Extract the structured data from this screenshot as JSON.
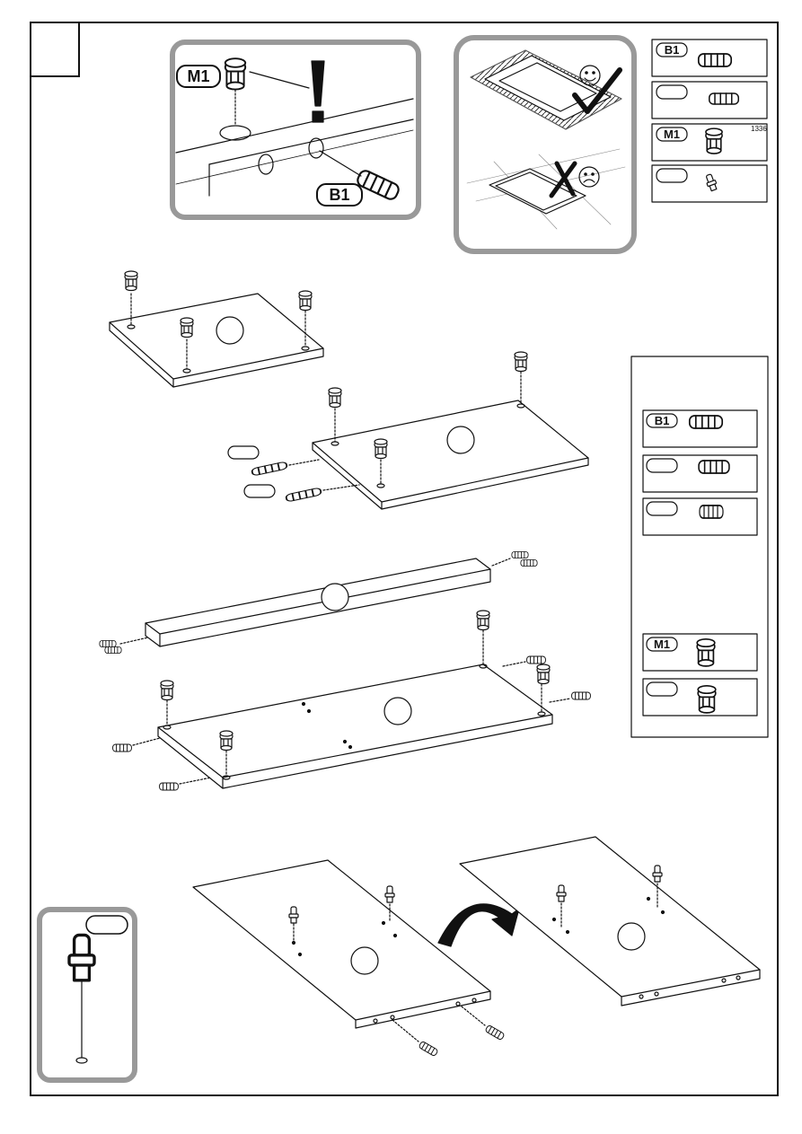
{
  "labels": {
    "m1_callout": "M1",
    "b1_callout": "B1",
    "legend_b1": "B1",
    "legend_m1": "M1",
    "legend_code": "1336",
    "side_b1": "B1",
    "side_m1": "M1"
  },
  "symbols": {
    "warning": "!",
    "ok": "✔",
    "wrong": "✗"
  },
  "icons": [
    "cam-lock-icon",
    "wooden-dowel-icon",
    "screw-peg-icon",
    "happy-face-icon",
    "sad-face-icon",
    "rotate-arrow-icon"
  ]
}
